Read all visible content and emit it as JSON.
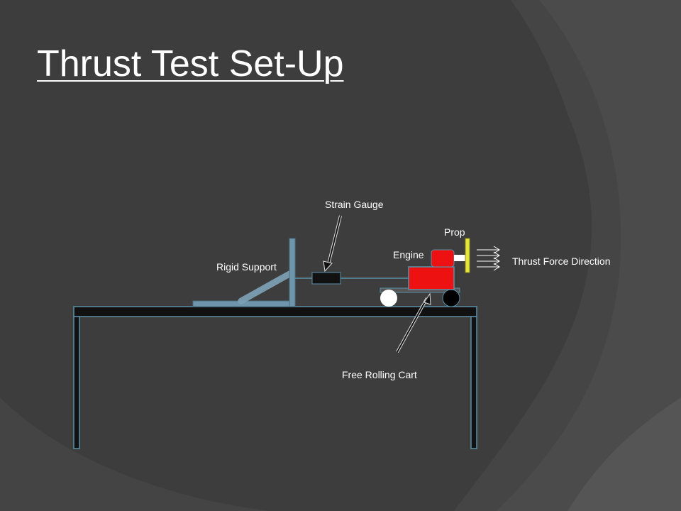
{
  "slide": {
    "title": "Thrust Test Set-Up"
  },
  "labels": {
    "strain_gauge": "Strain Gauge",
    "prop": "Prop",
    "engine": "Engine",
    "rigid_support": "Rigid Support",
    "thrust_force_direction": "Thrust Force Direction",
    "free_rolling_cart": "Free Rolling Cart"
  },
  "colors": {
    "background": "#3d3d3d",
    "background_swirl": "#4a4a4a",
    "table_top": "#111111",
    "table_outline": "#5b8fa8",
    "support": "#6e95ab",
    "engine": "#ee1111",
    "prop": "#e6e63a",
    "label_text": "#ffffff"
  }
}
